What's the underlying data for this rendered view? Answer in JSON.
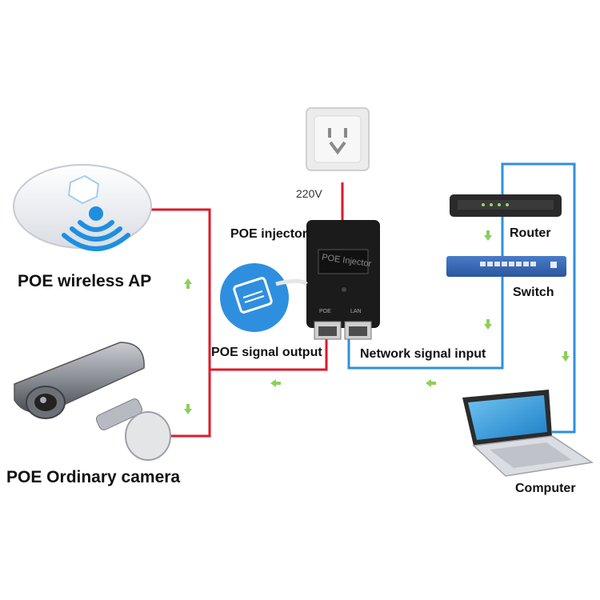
{
  "labels": {
    "voltage": "220V",
    "injector": "POE injector",
    "injector_body_text": "POE Injector",
    "port_poe": "POE",
    "port_lan": "LAN",
    "wireless_ap": "POE wireless AP",
    "camera": "POE Ordinary camera",
    "signal_output": "POE signal output",
    "network_input": "Network signal input",
    "router": "Router",
    "switch": "Switch",
    "computer": "Computer"
  },
  "colors": {
    "poe_line": "#e0192a",
    "network_line": "#2f8fdf",
    "power_line": "#e0192a",
    "flow_arrow": "#8ccf5a"
  },
  "icons": {
    "wireless_ap": "access-point-icon",
    "camera": "security-camera-icon",
    "outlet": "power-outlet-icon",
    "rj45": "rj45-connector-icon",
    "router": "router-icon",
    "switch": "network-switch-icon",
    "computer": "laptop-icon"
  }
}
